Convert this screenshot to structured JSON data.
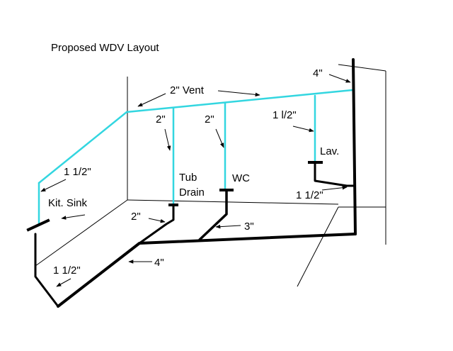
{
  "title": "Proposed WDV Layout",
  "colors": {
    "vent": "#33d6e0",
    "drain": "#000000",
    "wall": "#000000",
    "background": "#ffffff"
  },
  "labels": {
    "vent_main": "2\" Vent",
    "vent_top_size": "4\"",
    "tub_vent_size": "2\"",
    "wc_vent_size": "2\"",
    "lav_vent_size": "1 l/2\"",
    "lav": "Lav.",
    "tub_line1": "Tub",
    "tub_line2": "Drain",
    "wc": "WC",
    "lav_drain_size": "1 1/2\"",
    "sink_vent_size": "1 1/2\"",
    "kit_sink": "Kit. Sink",
    "tub_drain_size": "2\"",
    "wc_drain_size": "3\"",
    "main_drain_size": "4\"",
    "sink_drain_size": "1 1/2\""
  }
}
